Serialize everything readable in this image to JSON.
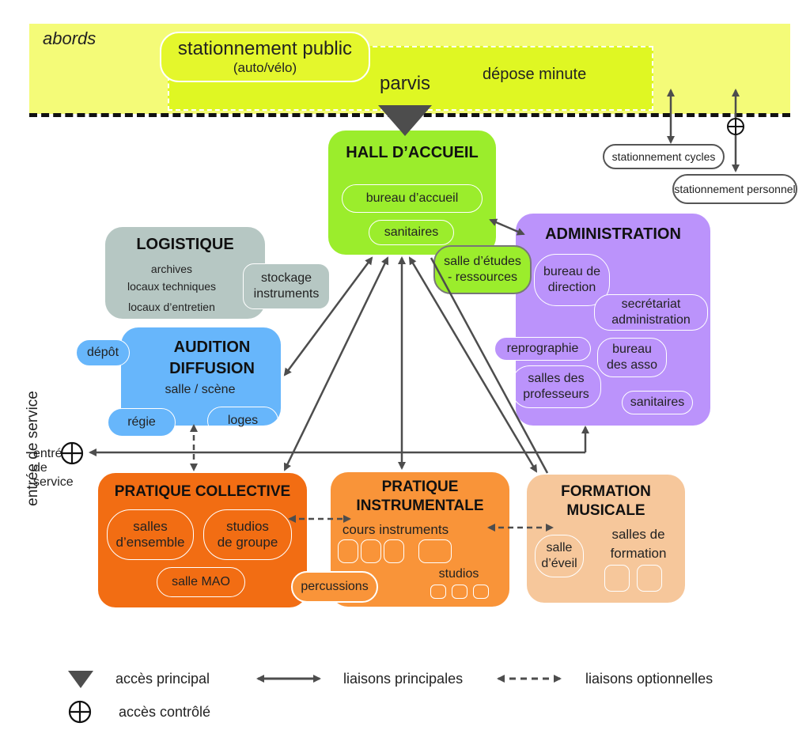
{
  "abords": {
    "label": "abords",
    "parking_public": "stationnement public",
    "parking_public_sub": "(auto/vélo)",
    "parvis": "parvis",
    "depose": "dépose minute",
    "cycles": "stationnement cycles",
    "personnel": "stationnement personnel"
  },
  "hall": {
    "title": "HALL D’ACCUEIL",
    "bureau": "bureau d’accueil",
    "sanitaires": "sanitaires"
  },
  "etudes": {
    "line1": "salle d’études",
    "line2": "- ressources"
  },
  "admin": {
    "title": "ADMINISTRATION",
    "direction_1": "bureau de",
    "direction_2": "direction",
    "secretariat_1": "secrétariat",
    "secretariat_2": "administration",
    "reprographie": "reprographie",
    "asso_1": "bureau",
    "asso_2": "des asso",
    "profs_1": "salles des",
    "profs_2": "professeurs",
    "sanitaires": "sanitaires"
  },
  "logistique": {
    "title": "LOGISTIQUE",
    "archives": "archives",
    "techniques": "locaux techniques",
    "entretien": "locaux d’entretien",
    "stockage_1": "stockage",
    "stockage_2": "instruments"
  },
  "audition": {
    "title_1": "AUDITION",
    "title_2": "DIFFUSION",
    "depot": "dépôt",
    "salle": "salle / scène",
    "regie": "régie",
    "loges": "loges"
  },
  "service": {
    "label": "entrée de service"
  },
  "collective": {
    "title": "PRATIQUE COLLECTIVE",
    "ensemble_1": "salles",
    "ensemble_2": "d’ensemble",
    "groupe_1": "studios",
    "groupe_2": "de groupe",
    "mao": "salle MAO"
  },
  "instrumentale": {
    "title_1": "PRATIQUE",
    "title_2": "INSTRUMENTALE",
    "cours": "cours instruments",
    "studios": "studios",
    "percussions": "percussions"
  },
  "formation": {
    "title_1": "FORMATION",
    "title_2": "MUSICALE",
    "eveil_1": "salle",
    "eveil_2": "d’éveil",
    "salles_1": "salles de",
    "salles_2": "formation"
  },
  "legend": {
    "principal": "accès principal",
    "liaisons": "liaisons principales",
    "optionnelles": "liaisons optionnelles",
    "controle": "accès contrôlé"
  },
  "colors": {
    "abords": "#f4fb78",
    "depose": "#dff723",
    "hall": "#9bed2c",
    "admin": "#bb93fb",
    "logistique": "#b6c7c3",
    "audition": "#67b6fb",
    "collective": "#f26d13",
    "instrumentale": "#f99439",
    "formation": "#f6c79b",
    "arrow": "#4d4d4d"
  }
}
